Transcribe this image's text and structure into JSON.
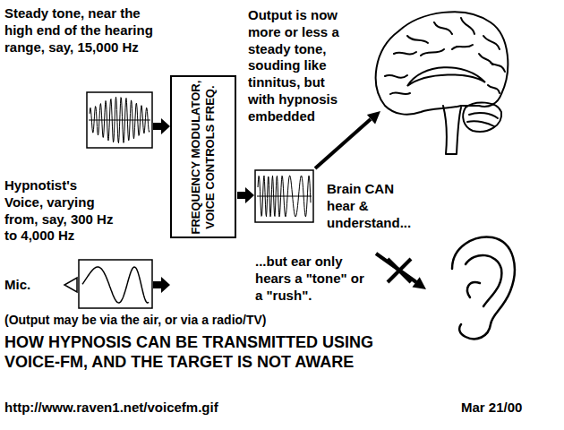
{
  "diagram": {
    "title": "HOW HYPNOSIS CAN BE TRANSMITTED USING VOICE-FM, AND THE TARGET IS NOT AWARE",
    "nodes": [
      {
        "text": [
          "FREQUENCY MODULATOR, VOICE CONTROLS FREQ."
        ]
      }
    ],
    "labels": [
      "Steady tone, near the high end of the hearing range, say, 15,000 Hz",
      "Output is now more or less a steady tone, souding like tinnitus, but with hypnosis embedded",
      "Hypnotist's Voice, varying from, say, 300 Hz to 4,000 Hz",
      "Brain CAN hear & understand...",
      "Mic.",
      "...but ear only hears a \"tone\" or a \"rush\".",
      "(Output may be via the air, or via a radio/TV)",
      "http://www.raven1.net/voicefm.gif",
      "Mar 21/00"
    ]
  }
}
